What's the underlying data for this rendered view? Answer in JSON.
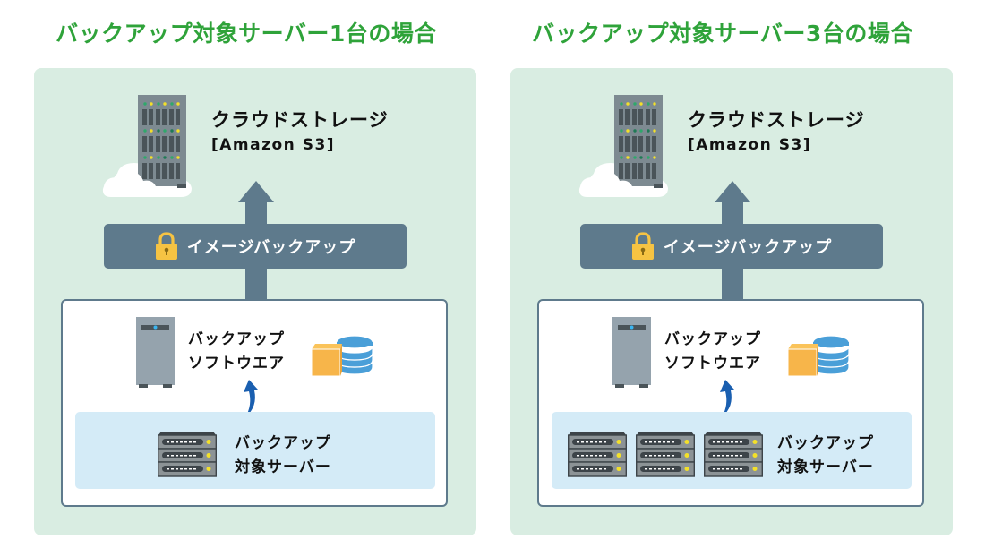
{
  "panels": [
    {
      "id": "single",
      "heading": "バックアップ対象サーバー1台の場合",
      "storage": {
        "title": "クラウドストレージ",
        "subtitle": "[Amazon S3]"
      },
      "backup_bar": {
        "label": "イメージバックアップ",
        "icon": "lock-icon"
      },
      "software": {
        "line1": "バックアップ",
        "line2": "ソフトウエア"
      },
      "target": {
        "line1": "バックアップ",
        "line2": "対象サーバー",
        "server_count": 1
      }
    },
    {
      "id": "triple",
      "heading": "バックアップ対象サーバー3台の場合",
      "storage": {
        "title": "クラウドストレージ",
        "subtitle": "[Amazon S3]"
      },
      "backup_bar": {
        "label": "イメージバックアップ",
        "icon": "lock-icon"
      },
      "software": {
        "line1": "バックアップ",
        "line2": "ソフトウエア"
      },
      "target": {
        "line1": "バックアップ",
        "line2": "対象サーバー",
        "server_count": 3
      }
    }
  ],
  "colors": {
    "heading": "#2fa33a",
    "card_bg": "#d9ede2",
    "flow": "#5e7a8c",
    "target_bg": "#d4ebf7",
    "arrow_blue": "#1a5fb0",
    "lock": "#f6c343",
    "box": "#f7b54a",
    "db": "#4a9fd8"
  }
}
